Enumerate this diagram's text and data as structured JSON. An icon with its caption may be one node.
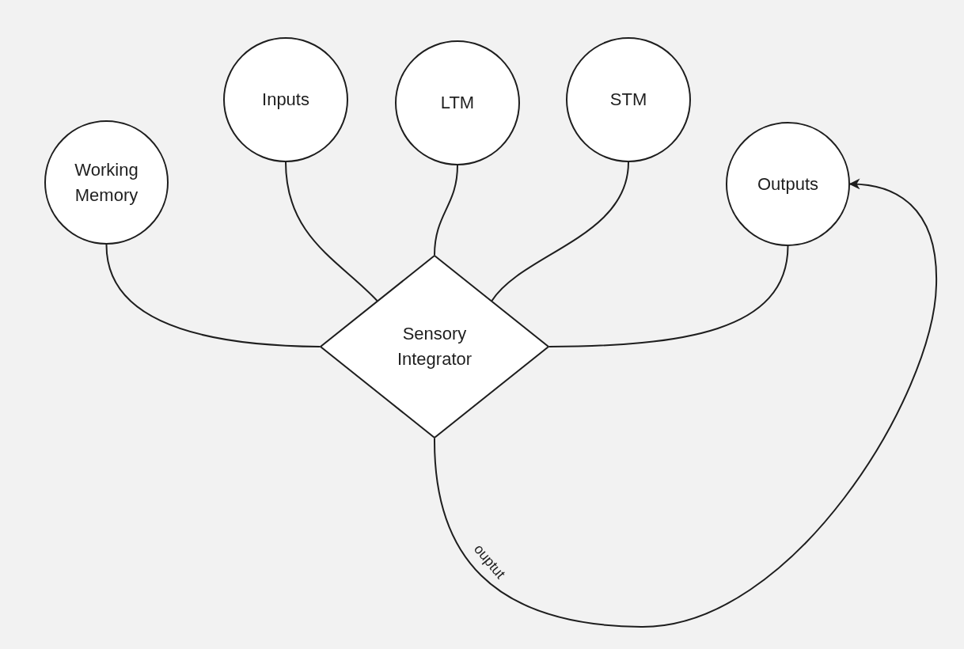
{
  "diagram": {
    "nodes": [
      {
        "text": [
          "Working Memory"
        ]
      },
      {
        "text": [
          "Inputs"
        ]
      },
      {
        "text": [
          "LTM"
        ]
      },
      {
        "text": [
          "STM"
        ]
      },
      {
        "text": [
          "Outputs"
        ]
      },
      {
        "text": [
          "Sensory Integrator"
        ]
      }
    ],
    "edges": [
      {
        "from": 0,
        "to": 5,
        "arrow": "none"
      },
      {
        "from": 1,
        "to": 5,
        "arrow": "none"
      },
      {
        "from": 2,
        "to": 5,
        "arrow": "none"
      },
      {
        "from": 3,
        "to": 5,
        "arrow": "none"
      },
      {
        "from": 4,
        "to": 5,
        "arrow": "none"
      },
      {
        "from": 5,
        "to": 4,
        "label": "ouptut",
        "arrow": "to"
      }
    ]
  }
}
